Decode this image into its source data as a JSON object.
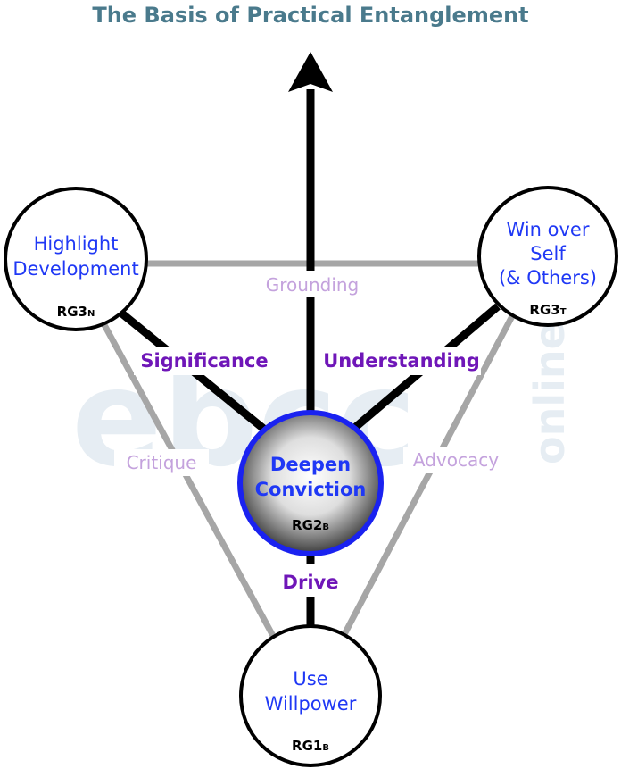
{
  "title": "The Basis of Practical Entanglement",
  "watermark": {
    "main": "ebcc",
    "side": "online"
  },
  "colors": {
    "title": "#4a7a8c",
    "node_text": "#1f38f5",
    "node_code": "#000000",
    "edge_strong_text": "#6f16b8",
    "edge_light_text": "#c4a2dd",
    "strong_line": "#000000",
    "light_line": "#a6a6a6",
    "center_ring": "#1a22f0",
    "watermark": "#e6edf3"
  },
  "nodes": {
    "top_left": {
      "lines": [
        "Highlight",
        "Development"
      ],
      "code": "RG3",
      "sub": "N"
    },
    "top_right": {
      "lines": [
        "Win over",
        "Self",
        "(& Others)"
      ],
      "code": "RG3",
      "sub": "T"
    },
    "center": {
      "lines": [
        "Deepen",
        "Conviction"
      ],
      "code": "RG2",
      "sub": "B"
    },
    "bottom": {
      "lines": [
        "Use",
        "Willpower"
      ],
      "code": "RG1",
      "sub": "B"
    }
  },
  "edges": {
    "grounding": "Grounding",
    "critique": "Critique",
    "advocacy": "Advocacy",
    "significance": "Significance",
    "understanding": "Understanding",
    "drive": "Drive"
  }
}
